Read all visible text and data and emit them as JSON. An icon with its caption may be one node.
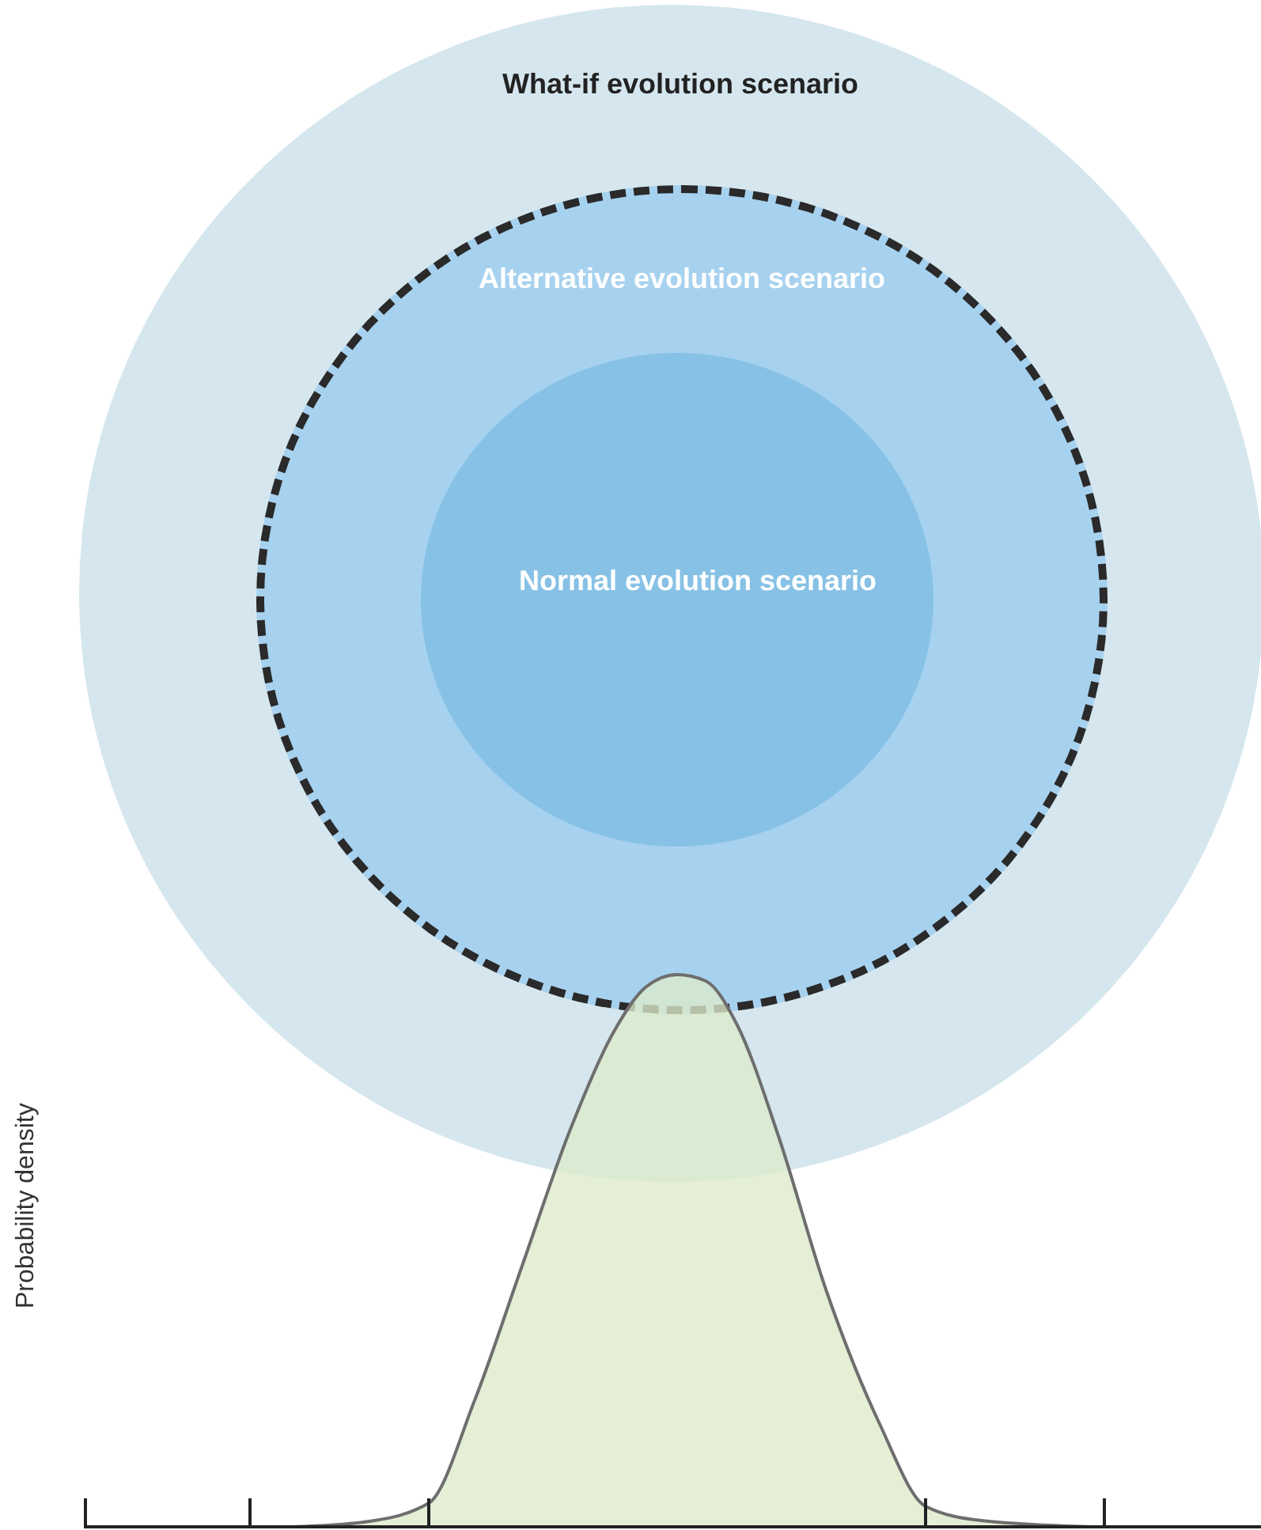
{
  "diagram": {
    "nodes": [
      {
        "text": [
          "What-if evolution scenario"
        ]
      },
      {
        "text": [
          "Alternative evolution scenario"
        ],
        "in": 0
      },
      {
        "text": [
          "Normal evolution scenario"
        ],
        "in": 1
      }
    ],
    "labels": [
      "Probability density"
    ]
  }
}
